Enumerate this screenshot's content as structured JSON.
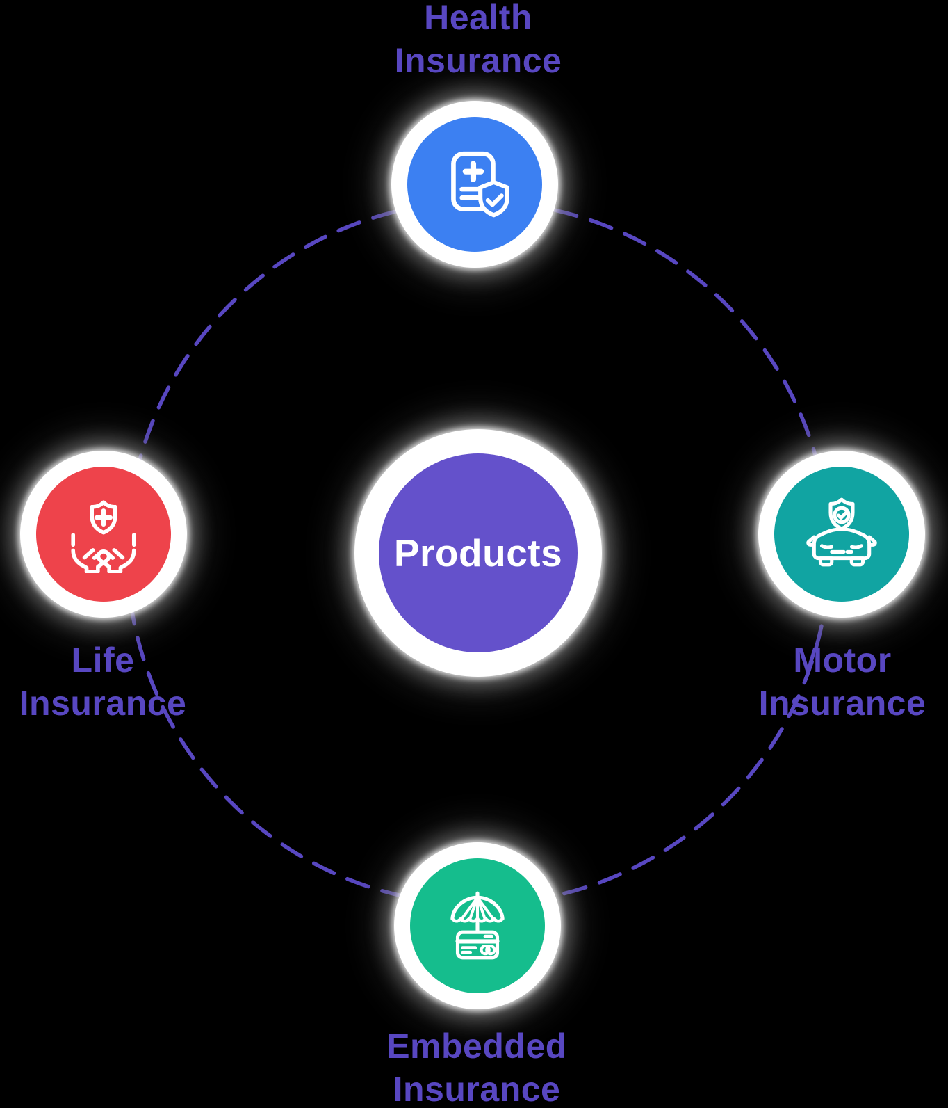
{
  "diagram": {
    "center": {
      "label": "Products"
    },
    "nodes": [
      {
        "id": "health-insurance",
        "label_line1": "Health",
        "label_line2": "Insurance",
        "icon": "medical-report-shield-icon",
        "color": "#3C80F2",
        "position": "top"
      },
      {
        "id": "motor-insurance",
        "label_line1": "Motor",
        "label_line2": "Insurance",
        "icon": "car-shield-check-icon",
        "color": "#11A4A2",
        "position": "right"
      },
      {
        "id": "embedded-insurance",
        "label_line1": "Embedded",
        "label_line2": "Insurance",
        "icon": "umbrella-credit-card-icon",
        "color": "#15BD8D",
        "position": "bottom"
      },
      {
        "id": "life-insurance",
        "label_line1": "Life",
        "label_line2": "Insurance",
        "icon": "hands-holding-shield-icon",
        "color": "#EE434B",
        "position": "left"
      }
    ],
    "colors": {
      "background": "#000000",
      "hub_fill": "#6451CB",
      "hub_text": "#FFFFFF",
      "dashed_ring": "#5847C1",
      "label_text": "#5847C1",
      "node_ring": "#FFFFFF",
      "icon_stroke": "#FFFFFF"
    }
  }
}
